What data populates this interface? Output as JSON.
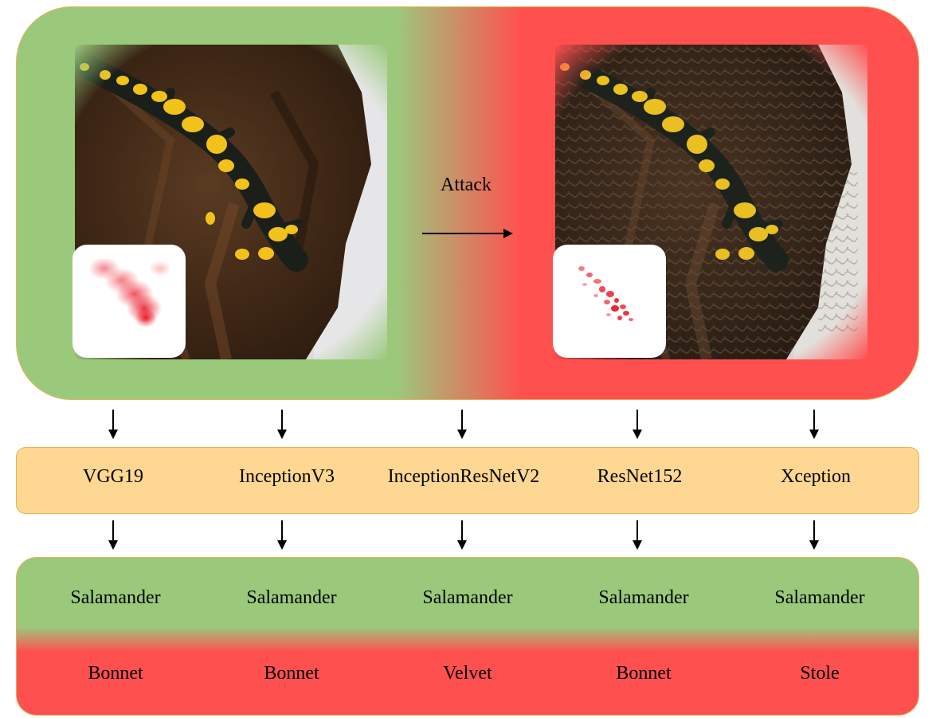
{
  "attack_label": "Attack",
  "colors": {
    "clean_green": "#9bc97c",
    "attack_red": "#ff5050",
    "model_band": "#fed792",
    "heatmap_red": "#e8000f"
  },
  "images": {
    "original": "salamander-photo",
    "adversarial": "perturbed-salamander-photo",
    "heatmaps": [
      "attention-heatmap-original",
      "attention-heatmap-adversarial"
    ]
  },
  "models": [
    "VGG19",
    "InceptionV3",
    "InceptionResNetV2",
    "ResNet152",
    "Xception"
  ],
  "clean_predictions": [
    "Salamander",
    "Salamander",
    "Salamander",
    "Salamander",
    "Salamander"
  ],
  "adversarial_predictions": [
    "Bonnet",
    "Bonnet",
    "Velvet",
    "Bonnet",
    "Stole"
  ]
}
